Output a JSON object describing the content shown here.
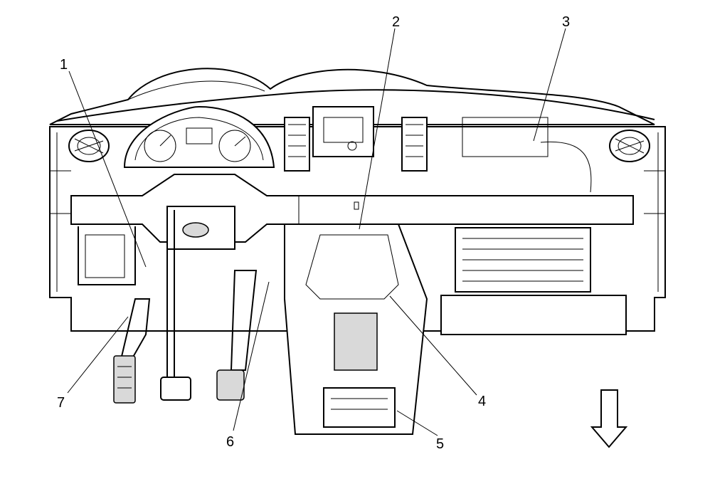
{
  "callouts": [
    {
      "id": "1",
      "text": "1"
    },
    {
      "id": "2",
      "text": "2"
    },
    {
      "id": "3",
      "text": "3"
    },
    {
      "id": "4",
      "text": "4"
    },
    {
      "id": "5",
      "text": "5"
    },
    {
      "id": "6",
      "text": "6"
    },
    {
      "id": "7",
      "text": "7"
    }
  ],
  "orientation_arrow": {
    "icon": "down-arrow-icon",
    "direction": "down"
  }
}
